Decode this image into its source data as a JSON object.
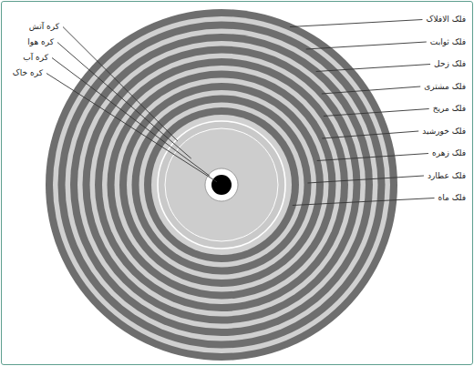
{
  "diagram": {
    "labels": [
      "فلک الافلاک",
      "فلک ثوابت",
      "فلک زحل",
      "فلک مشتری",
      "فلک مریخ",
      "فلک خورشید",
      "فلک زهره",
      "فلک عطارد",
      "فلک ماه",
      "کره آتش",
      "کره هوا",
      "کره آب",
      "کره خاک"
    ]
  }
}
